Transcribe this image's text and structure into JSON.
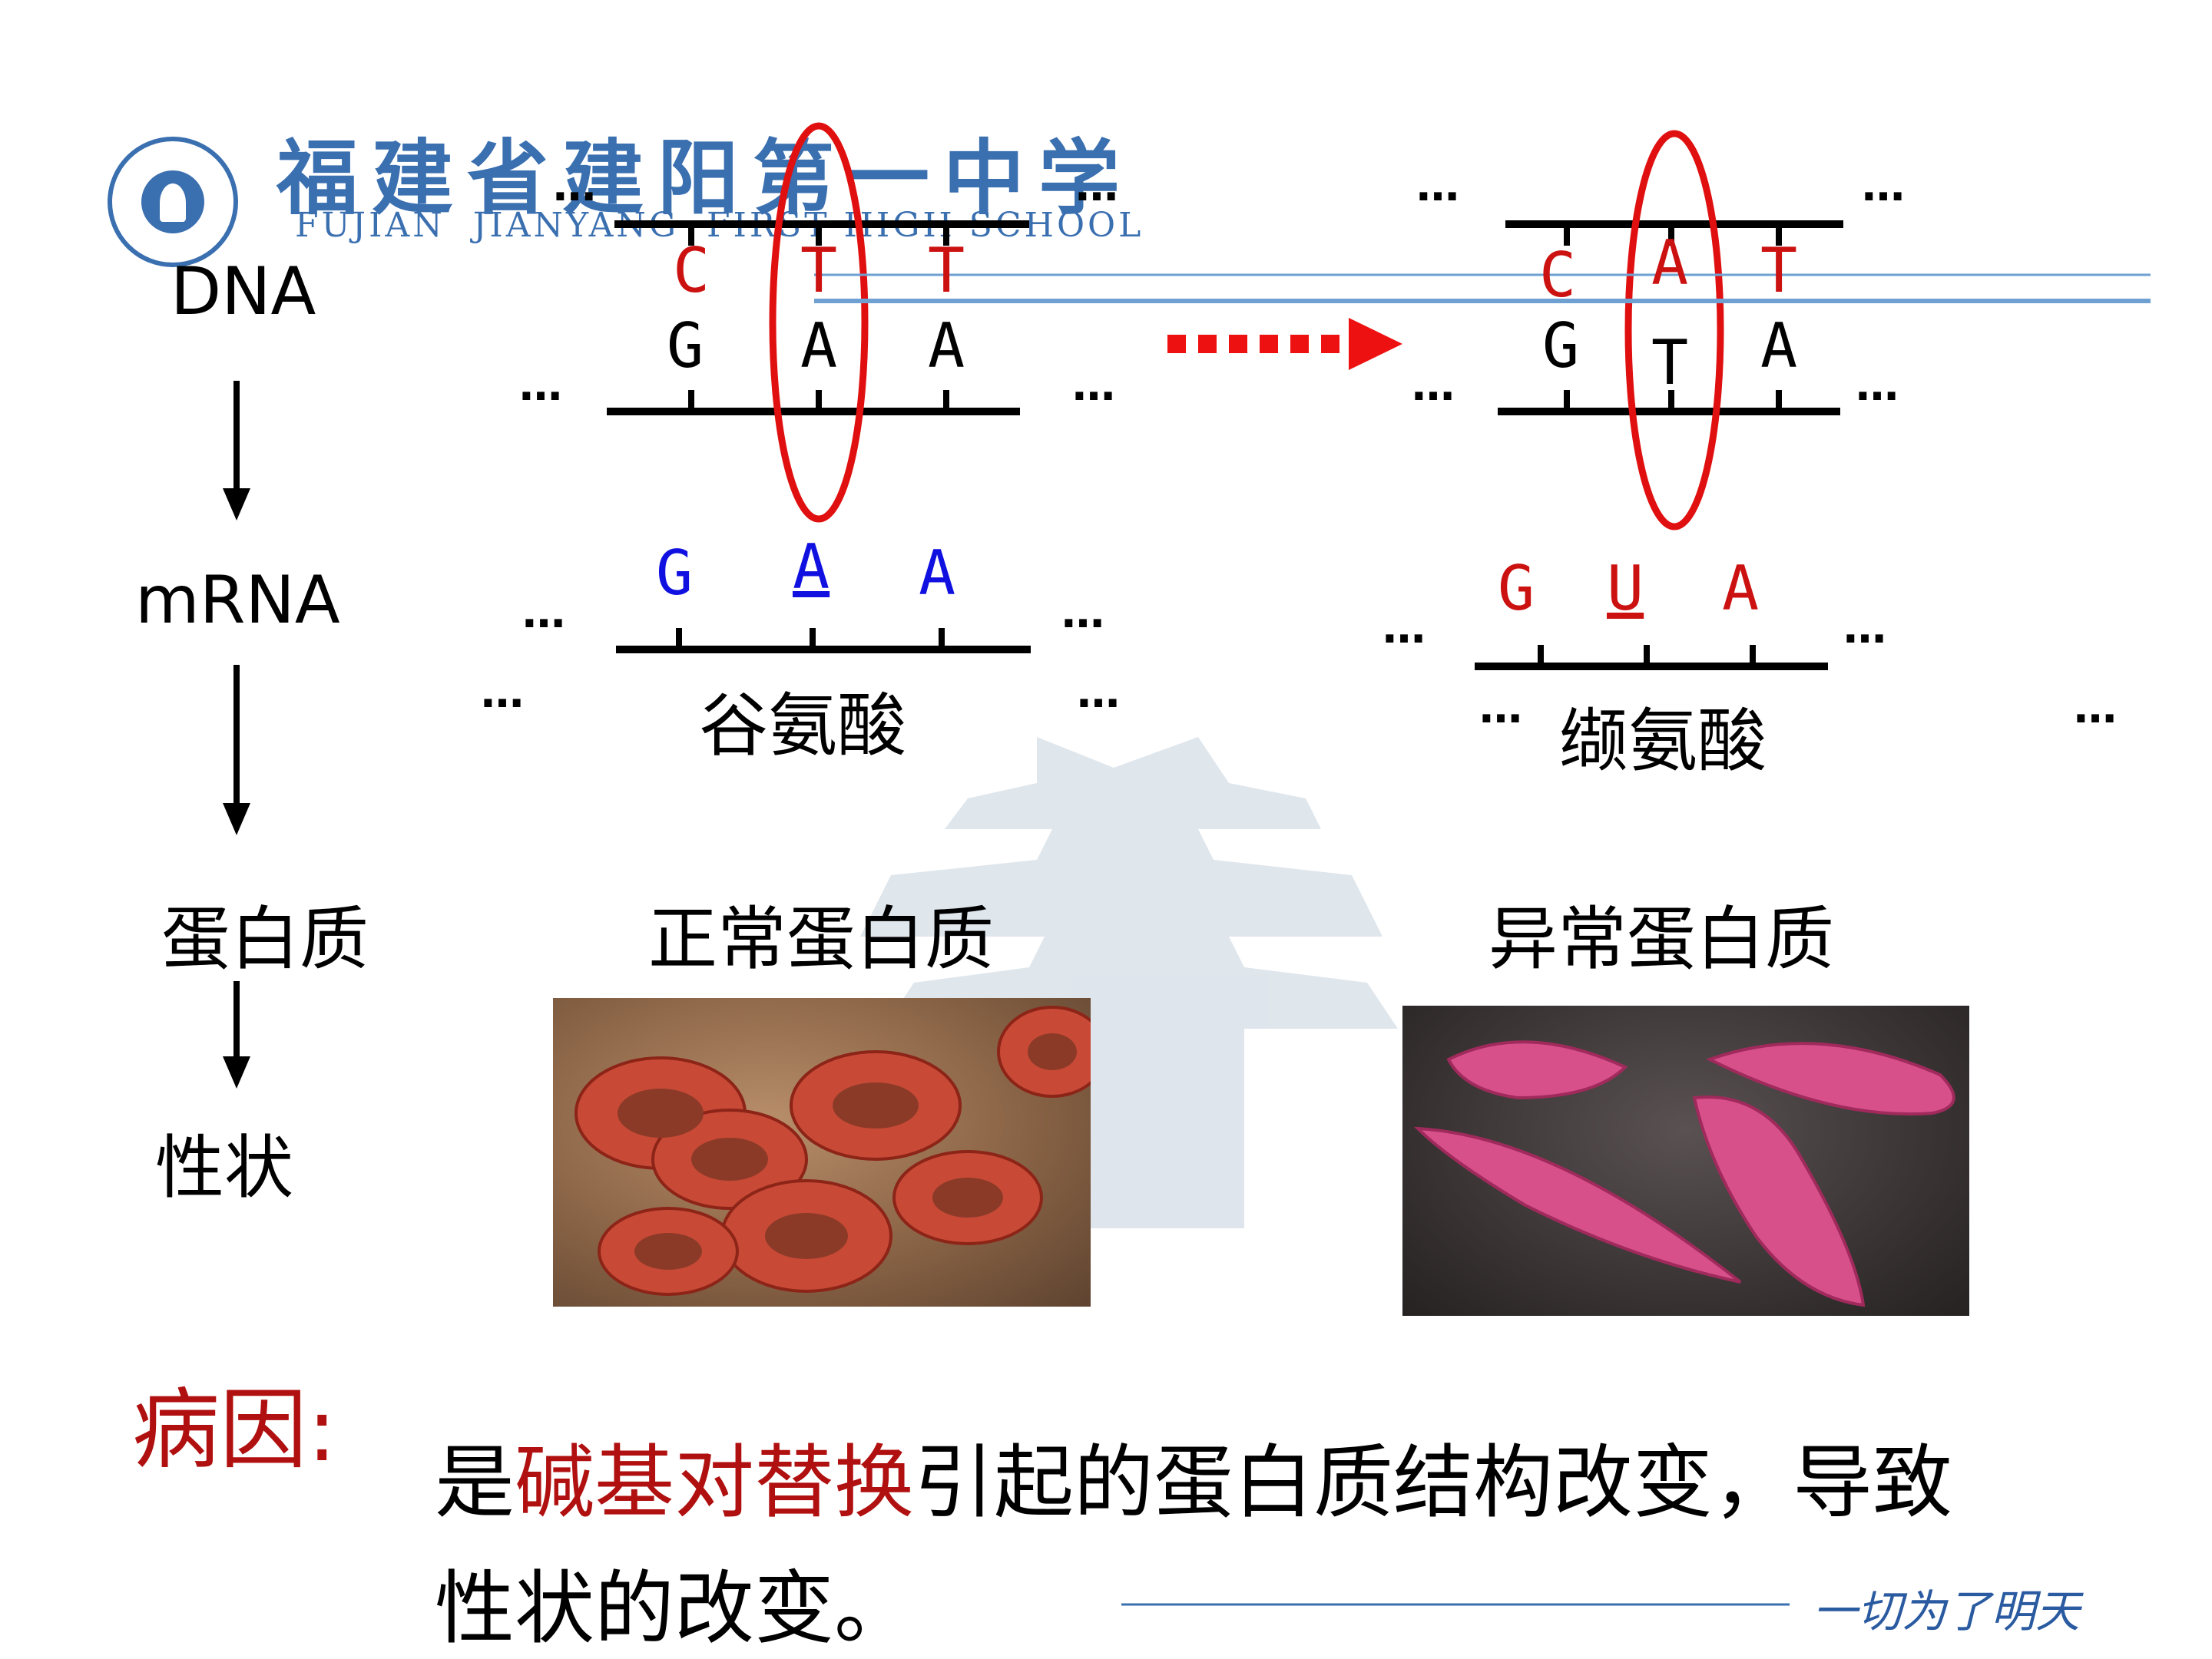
{
  "header": {
    "school_name_cn": "福建省建阳第一中学",
    "school_name_en": "FUJIAN  JIANYANG  FIRST HIGH SCHOOL"
  },
  "left_labels": {
    "dna": "DNA",
    "mrna": "mRNA",
    "protein": "蛋白质",
    "trait": "性状"
  },
  "ellipsis": "…",
  "normal": {
    "dna_top": [
      "C",
      "T",
      "T"
    ],
    "dna_bottom": [
      "G",
      "A",
      "A"
    ],
    "mrna": [
      "G",
      "A",
      "A"
    ],
    "amino_acid": "谷氨酸",
    "protein": "正常蛋白质"
  },
  "mutant": {
    "dna_top": [
      "C",
      "A",
      "T"
    ],
    "dna_bottom": [
      "G",
      "T",
      "A"
    ],
    "mrna": [
      "G",
      "U",
      "A"
    ],
    "amino_acid": "缬氨酸",
    "protein": "异常蛋白质"
  },
  "cause": {
    "label": "病因:",
    "line1_pre": "是",
    "line1_highlight": "碱基对替换",
    "line1_post": "引起的蛋白质结构改变，导致",
    "line2": "性状的改变。"
  },
  "motto": "一切为了明天",
  "colors": {
    "red": "#cc1111",
    "blue": "#1010e0",
    "logo_blue": "#3a6fb0"
  }
}
